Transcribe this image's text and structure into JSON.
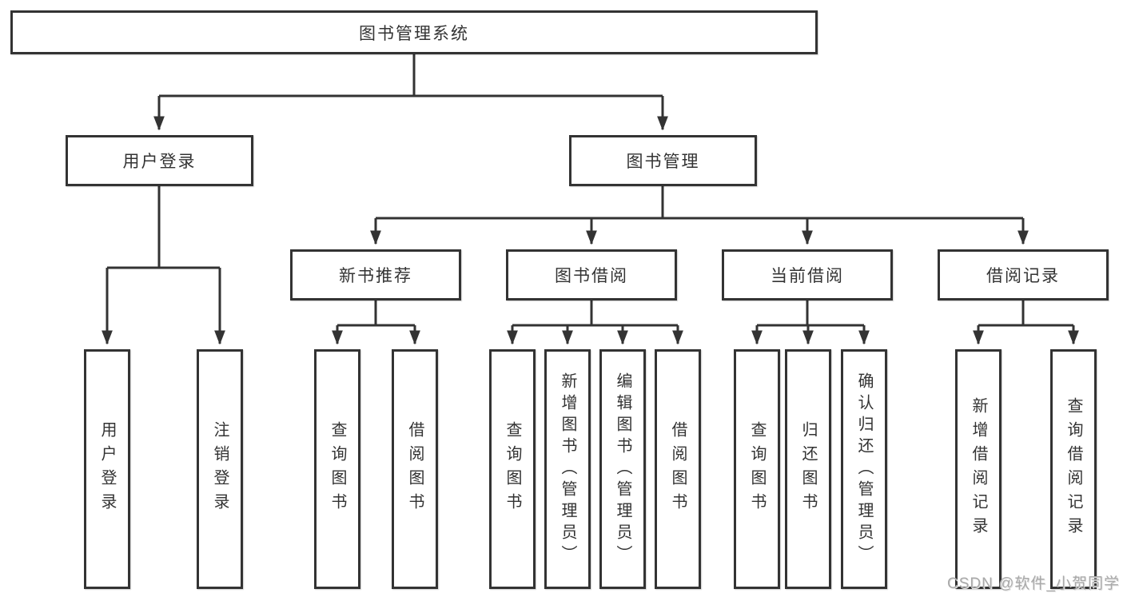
{
  "colors": {
    "line": "#333333",
    "box_border": "#333333",
    "box_bg": "#ffffff",
    "text": "#333333",
    "watermark": "#a9a9a9"
  },
  "diagram": {
    "root": "图书管理系统",
    "level2": [
      "用户登录",
      "图书管理"
    ],
    "level3": [
      "新书推荐",
      "图书借阅",
      "当前借阅",
      "借阅记录"
    ],
    "leaves_user_login": [
      "用户登录",
      "注销登录"
    ],
    "leaves_new_book": [
      "查询图书",
      "借阅图书"
    ],
    "leaves_book_borrow": [
      "查询图书",
      "新增图书（管理员）",
      "编辑图书（管理员）",
      "借阅图书"
    ],
    "leaves_current_borrow": [
      "查询图书",
      "归还图书",
      "确认归还（管理员）"
    ],
    "leaves_borrow_records": [
      "新增借阅记录",
      "查询借阅记录"
    ]
  },
  "watermark": "CSDN @软件_小贺同学"
}
